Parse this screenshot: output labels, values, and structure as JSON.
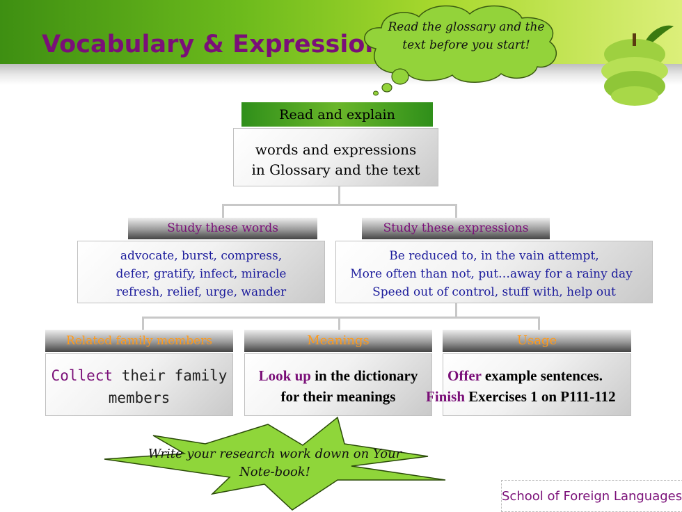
{
  "slide": {
    "title": "Vocabulary & Expressions",
    "cloud_note": "Read the glossary and the text before you start!",
    "top": {
      "header": "Read and explain",
      "body_line1": "words and expressions",
      "body_line2": "in Glossary and the text"
    },
    "left_branch": {
      "header": "Study these words",
      "lines": [
        "advocate, burst, compress,",
        "defer, gratify, infect, miracle",
        "refresh, relief, urge, wander"
      ]
    },
    "right_branch": {
      "header": "Study these expressions",
      "lines": [
        "Be reduced to, in the vain attempt,",
        "More often than not, put…away for a rainy day",
        "Speed out of control, stuff  with, help out"
      ]
    },
    "tasks": [
      {
        "header": "Related family members",
        "accent": "Collect",
        "rest1": " their family",
        "line2": "members"
      },
      {
        "header": "Meanings",
        "accent": "Look up",
        "rest1": " in the dictionary",
        "line2": "for their meanings"
      },
      {
        "header": "Usage",
        "accent1": "Offer",
        "rest1": " example sentences.",
        "accent2": "Finish",
        "rest2": " Exercises 1 on P111-112"
      }
    ],
    "star_note": "Write your research work down on Your Note-book!",
    "footer": "School of Foreign Languages",
    "colors": {
      "title": "#7a0f78",
      "accent_orange": "#ff9a1a",
      "list_blue": "#1c1c9c",
      "banner_green": "#6cba1c"
    }
  }
}
